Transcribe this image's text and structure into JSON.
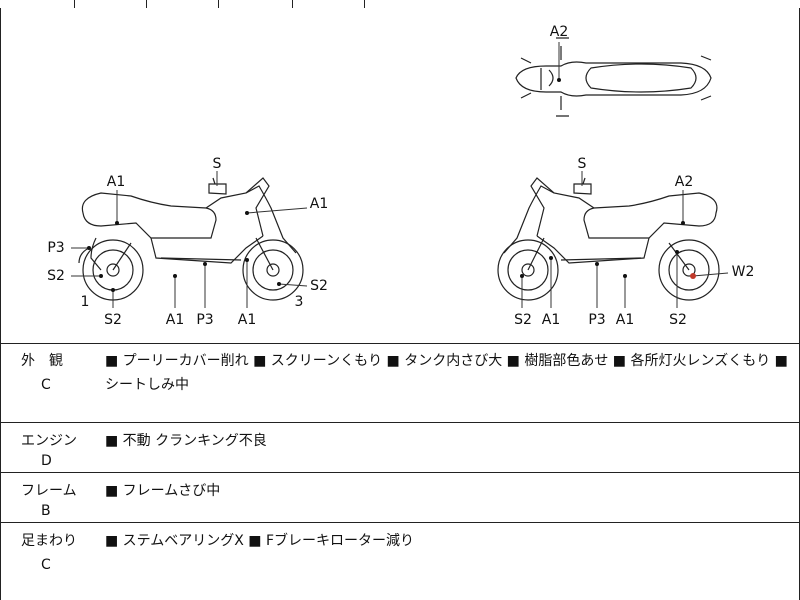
{
  "diagram_labels": {
    "left": {
      "s": "S",
      "a1_top": "A1",
      "a1_right": "A1",
      "p3": "P3",
      "s2_left": "S2",
      "s2_right": "S2",
      "num1": "1",
      "num3": "3",
      "b_s2": "S2",
      "b_a1": "A1",
      "b_p3": "P3",
      "b_a1b": "A1"
    },
    "top_view": {
      "a2": "A2"
    },
    "right": {
      "s": "S",
      "a2": "A2",
      "w2": "W2",
      "b_s2": "S2",
      "b_a1": "A1",
      "b_p3": "P3",
      "b_a1b": "A1",
      "b_s2b": "S2"
    }
  },
  "condition_rows": [
    {
      "category": "外　観",
      "grade": "C",
      "notes": "■ プーリーカバー削れ ■ スクリーンくもり ■ タンク内さび大 ■ 樹脂部色あせ ■ 各所灯火レンズくもり ■ シートしみ中"
    },
    {
      "category": "エンジン",
      "grade": "D",
      "notes": "■ 不動 クランキング不良"
    },
    {
      "category": "フレーム",
      "grade": "B",
      "notes": "■ フレームさび中"
    },
    {
      "category": "足まわり",
      "grade": "C",
      "notes": "■ ステムベアリングX ■ Fブレーキローター減り"
    }
  ]
}
